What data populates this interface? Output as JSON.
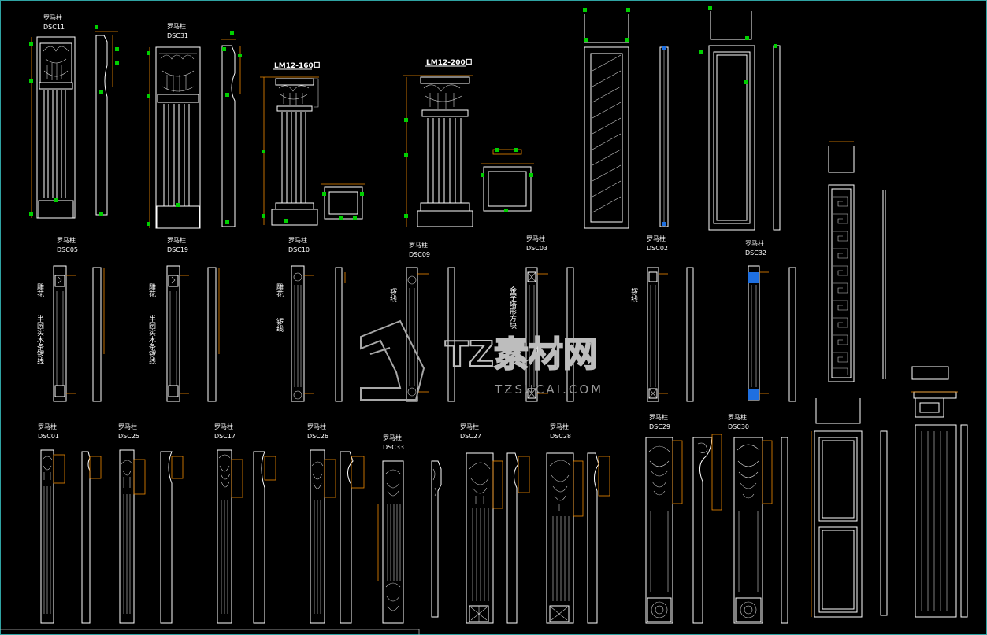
{
  "watermark": {
    "brand": "TZ素材网",
    "url": "TZSUCAI.COM"
  },
  "top_row": [
    {
      "name": "罗马柱",
      "code": "DSC11"
    },
    {
      "name": "罗马柱",
      "code": "DSC31"
    }
  ],
  "top_tags": [
    "LM12-160口",
    "LM12-200口"
  ],
  "middle_row": [
    {
      "name": "罗马柱",
      "code": "DSC05"
    },
    {
      "name": "罗马柱",
      "code": "DSC19"
    },
    {
      "name": "罗马柱",
      "code": "DSC10"
    },
    {
      "name": "罗马柱",
      "code": "DSC09"
    },
    {
      "name": "罗马柱",
      "code": "DSC03"
    },
    {
      "name": "罗马柱",
      "code": "DSC02"
    },
    {
      "name": "罗马柱",
      "code": "DSC32"
    }
  ],
  "bottom_row": [
    {
      "name": "罗马柱",
      "code": "DSC01"
    },
    {
      "name": "罗马柱",
      "code": "DSC25"
    },
    {
      "name": "罗马柱",
      "code": "DSC17"
    },
    {
      "name": "罗马柱",
      "code": "DSC26"
    },
    {
      "name": "罗马柱",
      "code": "DSC33"
    },
    {
      "name": "罗马柱",
      "code": "DSC27"
    },
    {
      "name": "罗马柱",
      "code": "DSC28"
    },
    {
      "name": "罗马柱",
      "code": "DSC29"
    },
    {
      "name": "罗马柱",
      "code": "DSC30"
    }
  ],
  "annotations": {
    "carve": "雕花",
    "half_round": "半圆实木条锣线",
    "groove": "锣线",
    "gold_pyramid": "金字塔形方块"
  },
  "colors": {
    "background": "#000000",
    "lines": "#ffffff",
    "dimensions": "#f08a00",
    "grips": "#00d000",
    "selection": "#1e6fe0"
  }
}
